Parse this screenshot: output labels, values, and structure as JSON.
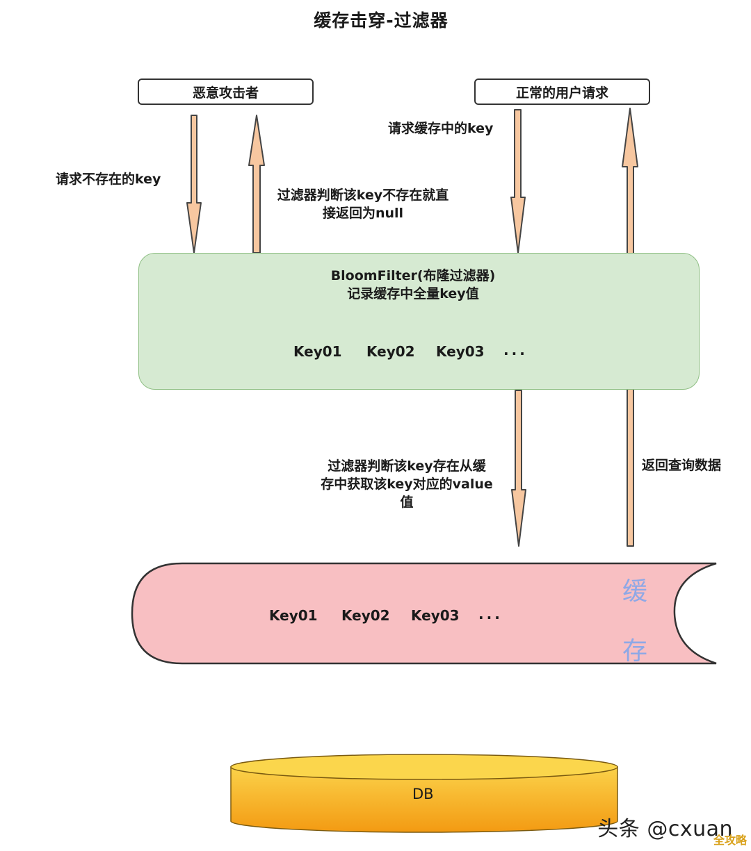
{
  "title": "缓存击穿-过滤器",
  "actors": {
    "attacker": "恶意攻击者",
    "normal_user": "正常的用户请求"
  },
  "labels": {
    "request_missing_key": "请求不存在的key",
    "filter_not_exist_line1": "过滤器判断该key不存在就直",
    "filter_not_exist_line2": "接返回为null",
    "request_cached_key": "请求缓存中的key",
    "filter_exist_line1": "过滤器判断该key存在从缓",
    "filter_exist_line2": "存中获取该key对应的value",
    "filter_exist_line3": "值",
    "return_data": "返回查询数据"
  },
  "bloom_filter": {
    "title_line1": "BloomFilter(布隆过滤器)",
    "title_line2": "记录缓存中全量key值",
    "keys": [
      "Key01",
      "Key02",
      "Key03",
      "..."
    ]
  },
  "cache": {
    "label_top": "缓",
    "label_bottom": "存",
    "keys": [
      "Key01",
      "Key02",
      "Key03",
      "..."
    ]
  },
  "db": {
    "label": "DB"
  },
  "watermark": {
    "text": "头条 @cxuan",
    "sub": "全攻略"
  },
  "colors": {
    "arrow_fill": "#f7c7a0",
    "arrow_stroke": "#444444",
    "filter_fill": "#d6ead2",
    "cache_fill": "#f8bfc2",
    "db_fill": "#f7a81c"
  }
}
